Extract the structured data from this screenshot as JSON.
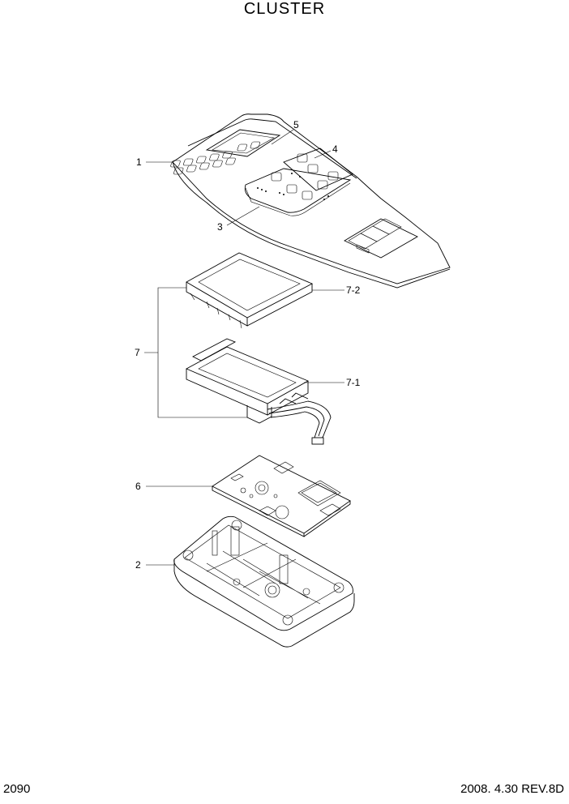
{
  "title": "CLUSTER",
  "footer": {
    "page": "2090",
    "revision": "2008. 4.30  REV.8D"
  },
  "callouts": {
    "c1": "1",
    "c2": "2",
    "c3": "3",
    "c4": "4",
    "c5": "5",
    "c6": "6",
    "c7": "7",
    "c71": "7-1",
    "c72": "7-2"
  }
}
